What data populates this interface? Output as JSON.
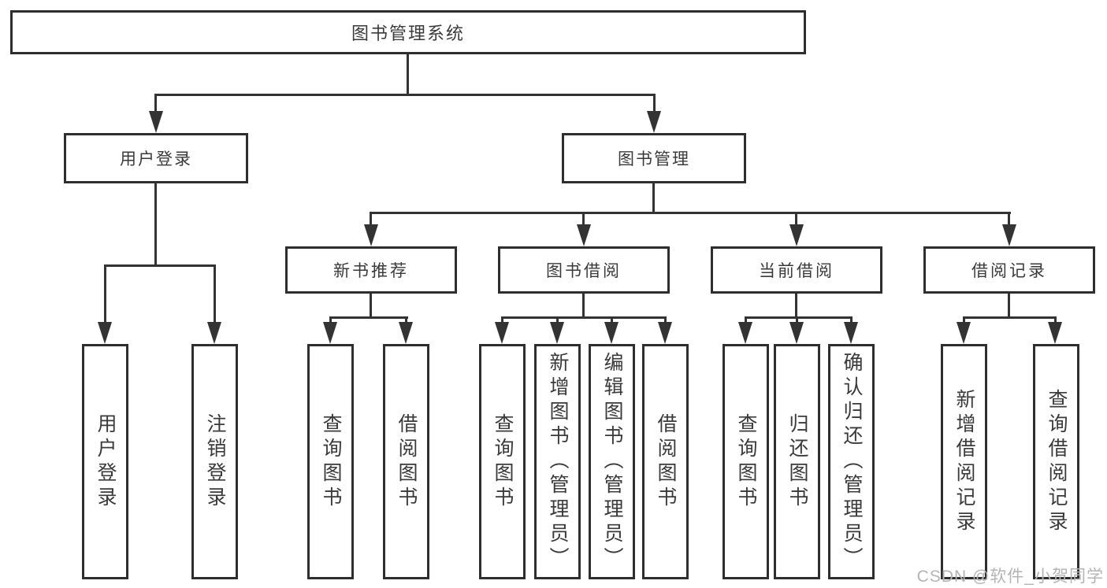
{
  "colors": {
    "background": "#ffffff",
    "line": "#333333",
    "box_border": "#2e2e2e",
    "text": "#3a3a3a",
    "watermark": "#b4b4b4"
  },
  "tree": {
    "root": {
      "label": "图书管理系统"
    },
    "branches": [
      {
        "label": "用户登录",
        "children": [
          {
            "label": "用户登录"
          },
          {
            "label": "注销登录"
          }
        ]
      },
      {
        "label": "图书管理",
        "children": [
          {
            "label": "新书推荐",
            "children": [
              {
                "label": "查询图书"
              },
              {
                "label": "借阅图书"
              }
            ]
          },
          {
            "label": "图书借阅",
            "children": [
              {
                "label": "查询图书"
              },
              {
                "label": "新增图书（管理员）"
              },
              {
                "label": "编辑图书（管理员）"
              },
              {
                "label": "借阅图书"
              }
            ]
          },
          {
            "label": "当前借阅",
            "children": [
              {
                "label": "查询图书"
              },
              {
                "label": "归还图书"
              },
              {
                "label": "确认归还（管理员）"
              }
            ]
          },
          {
            "label": "借阅记录",
            "children": [
              {
                "label": "新增借阅记录"
              },
              {
                "label": "查询借阅记录"
              }
            ]
          }
        ]
      }
    ]
  },
  "watermark": {
    "text": "CSDN @软件_小贺同学"
  }
}
